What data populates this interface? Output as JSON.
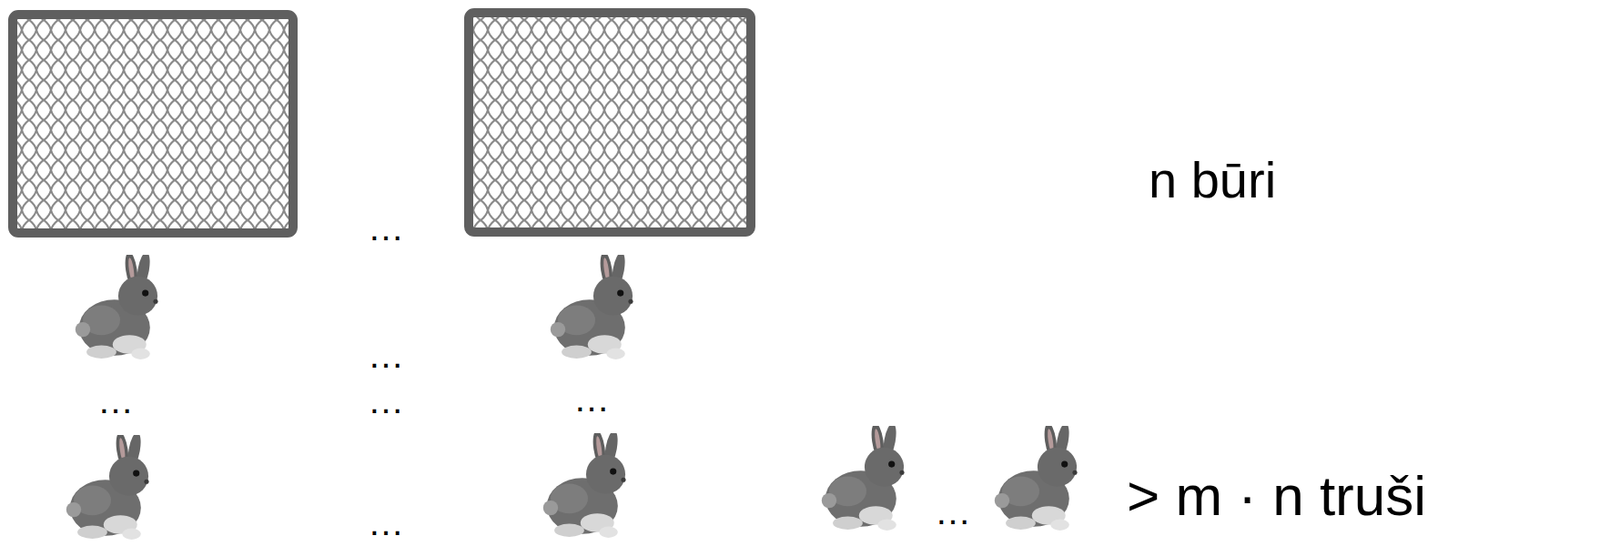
{
  "diagram": {
    "labels": [
      "…",
      "…",
      "…",
      "…",
      "…",
      "…",
      "…",
      "n būri",
      "> m · n truši"
    ]
  }
}
